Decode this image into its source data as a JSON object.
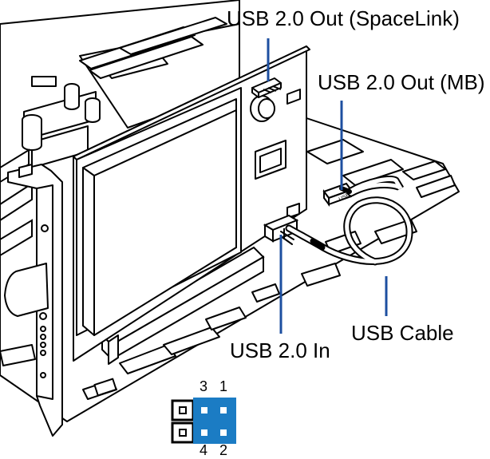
{
  "callouts": {
    "usb_out_spacelink": "USB 2.0 Out (SpaceLink)",
    "usb_out_mb": "USB 2.0 Out (MB)",
    "usb_in": "USB 2.0 In",
    "usb_cable": "USB Cable"
  },
  "board_marking": "USB 2.0 Out",
  "jumper": {
    "pins_top": [
      "3",
      "1"
    ],
    "pins_bottom": [
      "4",
      "2"
    ]
  },
  "colors": {
    "leader": "#1d4fa0",
    "jumper": "#1b7cc4",
    "line": "#000000"
  }
}
